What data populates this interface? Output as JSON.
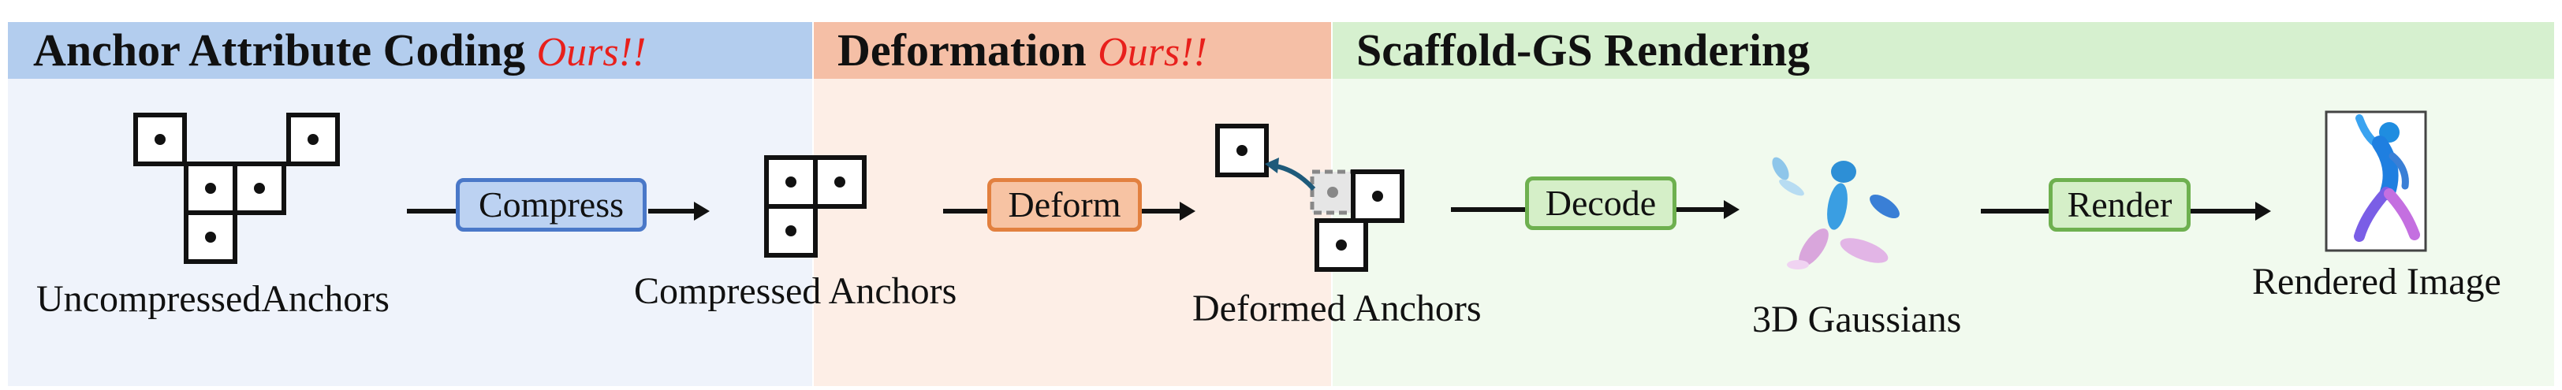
{
  "panels": [
    {
      "title": "Anchor Attribute Coding",
      "tag": "Ours!!",
      "header_color": "#b3cdee",
      "body_color": "#eff3fb"
    },
    {
      "title": "Deformation",
      "tag": "Ours!!",
      "header_color": "#f5bfa6",
      "body_color": "#fdeee6"
    },
    {
      "title": "Scaffold-GS Rendering",
      "tag": "",
      "header_color": "#d6f0cf",
      "body_color": "#f1faee"
    }
  ],
  "steps": {
    "compress": "Compress",
    "deform": "Deform",
    "decode": "Decode",
    "render": "Render"
  },
  "captions": {
    "uncompressed": "UncompressedAnchors",
    "compressed": "Compressed Anchors",
    "deformed": "Deformed Anchors",
    "gaussians": "3D Gaussians",
    "rendered": "Rendered Image"
  },
  "colors": {
    "compress_fill": "#bcd2f2",
    "compress_border": "#4a78c8",
    "deform_fill": "#f7c3a3",
    "deform_border": "#e2803f",
    "decode_fill": "#d5efc8",
    "decode_border": "#6eb04f",
    "render_fill": "#d5efc8",
    "render_border": "#6eb04f",
    "deform_arrow": "#1e5a7a"
  }
}
